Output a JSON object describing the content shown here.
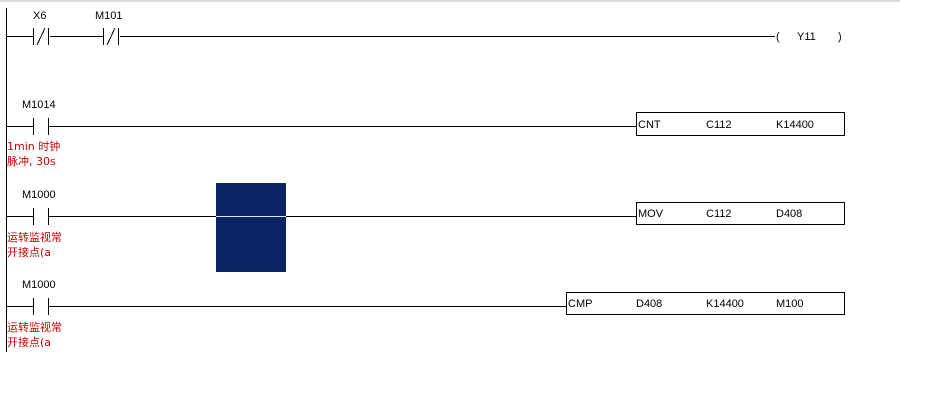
{
  "colors": {
    "wire": "#000000",
    "comment": "#cc0000",
    "cursor": "#0b2466",
    "background": "#ffffff"
  },
  "rung1": {
    "contact1_label": "X6",
    "contact2_label": "M101",
    "coil_open": "(",
    "coil_label": "Y11",
    "coil_close": ")"
  },
  "rung2": {
    "contact_label": "M1014",
    "comment_line1": "1min 时钟",
    "comment_line2": "脉冲, 30s",
    "instr": {
      "op": "CNT",
      "arg1": "C112",
      "arg2": "K14400"
    }
  },
  "rung3": {
    "contact_label": "M1000",
    "comment_line1": "运转监视常",
    "comment_line2": "开接点(a",
    "instr": {
      "op": "MOV",
      "arg1": "C112",
      "arg2": "D408"
    }
  },
  "rung4": {
    "contact_label": "M1000",
    "comment_line1": "运转监视常",
    "comment_line2": "开接点(a",
    "instr": {
      "op": "CMP",
      "arg1": "D408",
      "arg2": "K14400",
      "arg3": "M100"
    }
  }
}
